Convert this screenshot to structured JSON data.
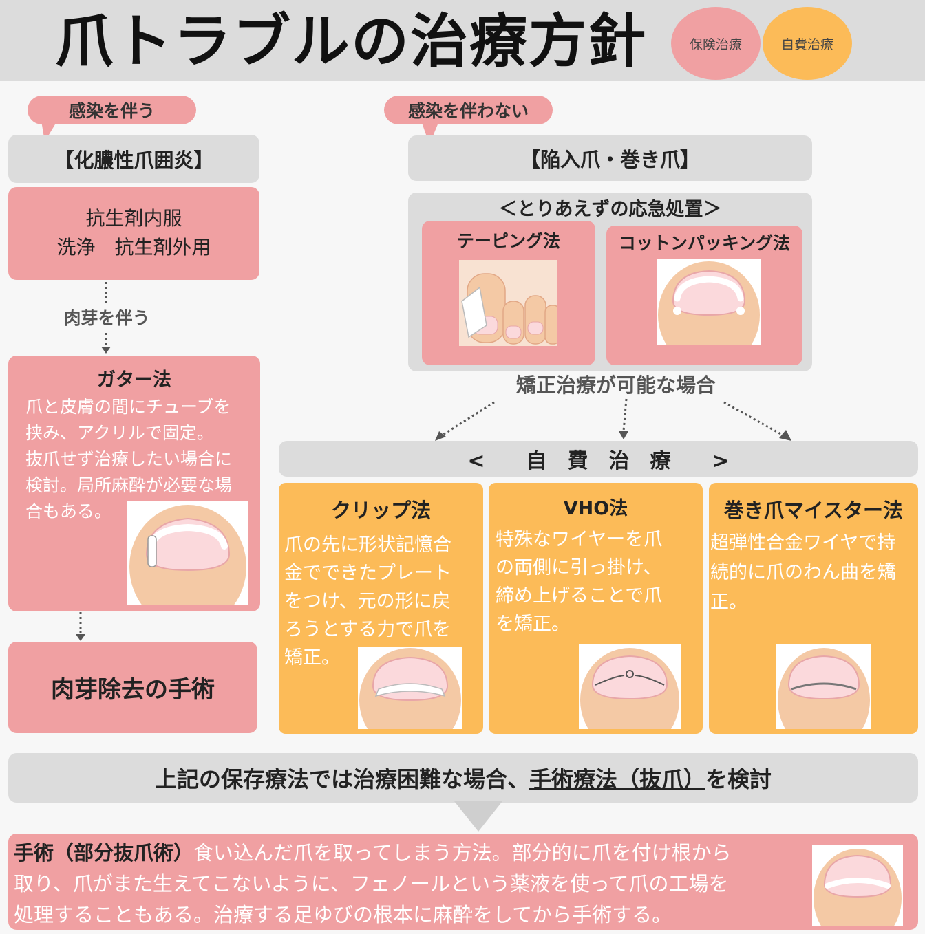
{
  "header": {
    "title": "爪トラブルの治療方針",
    "badge_insurance": "保険治療",
    "badge_self_pay": "自費治療"
  },
  "colors": {
    "insurance": "#f0a0a2",
    "self_pay": "#fcbb58",
    "gray": "#dcdcdc"
  },
  "left": {
    "tag": "感染を伴う",
    "title": "【化膿性爪囲炎】",
    "treatment_line1": "抗生剤内服",
    "treatment_line2": "洗浄　抗生剤外用",
    "condition": "肉芽を伴う",
    "gutter_title": "ガター法",
    "gutter_body": "爪と皮膚の間にチューブを\n挟み、アクリルで固定。\n抜爪せず治療したい場合に\n検討。局所麻酔が必要な場\n合もある。",
    "surgery": "肉芽除去の手術"
  },
  "right": {
    "tag": "感染を伴わない",
    "title": "【陥入爪・巻き爪】",
    "first_aid_title": "＜とりあえずの応急処置＞",
    "taping": "テーピング法",
    "cotton": "コットンパッキング法",
    "condition": "矯正治療が可能な場合",
    "self_pay_header": "<　　自　費　治　療　　>",
    "clip_title": "クリップ法",
    "clip_body": "爪の先に形状記憶合\n金でできたプレート\nをつけ、元の形に戻\nろうとする力で爪を\n矯正。",
    "vho_title": "VHO法",
    "vho_body": "特殊なワイヤーを爪\nの両側に引っ掛け、\n締め上げることで爪\nを矯正。",
    "meister_title": "巻き爪マイスター法",
    "meister_body": "超弾性合金ワイヤで持\n続的に爪のわん曲を矯\n正。"
  },
  "bottom": {
    "note_prefix": "上記の保存療法では治療困難な場合、",
    "note_link": "手術療法（抜爪）",
    "note_suffix": "を検討",
    "surgery_heading": "手術（部分抜爪術）",
    "surgery_body_line1": "食い込んだ爪を取ってしまう方法。部分的に爪を付け根から",
    "surgery_body_line2": "取り、爪がまた生えてこないように、フェノールという薬液を使って爪の工場を",
    "surgery_body_line3": "処理することもある。治療する足ゆびの根本に麻酔をしてから手術する。"
  }
}
